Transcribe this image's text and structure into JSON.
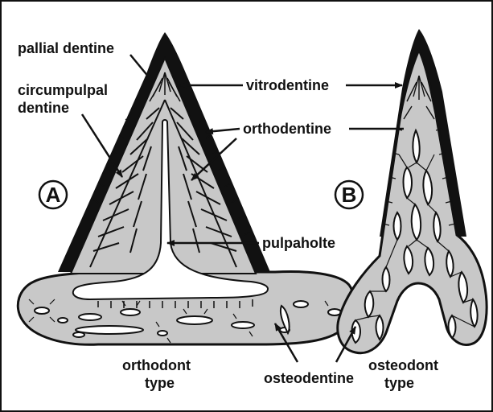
{
  "labels": {
    "pallial_dentine": "pallial dentine",
    "circumpulpal_line1": "circumpulpal",
    "circumpulpal_line2": "dentine",
    "vitrodentine": "vitrodentine",
    "orthodentine": "orthodentine",
    "pulpaholte": "pulpaholte",
    "osteodentine": "osteodentine",
    "orthodont_line1": "orthodont",
    "orthodont_line2": "type",
    "osteodont_line1": "osteodont",
    "osteodont_line2": "type"
  },
  "badges": {
    "a": "A",
    "b": "B"
  },
  "colors": {
    "enamel": "#111111",
    "dentine": "#c8c8c8",
    "pulp": "#ffffff",
    "ink": "#111111"
  }
}
